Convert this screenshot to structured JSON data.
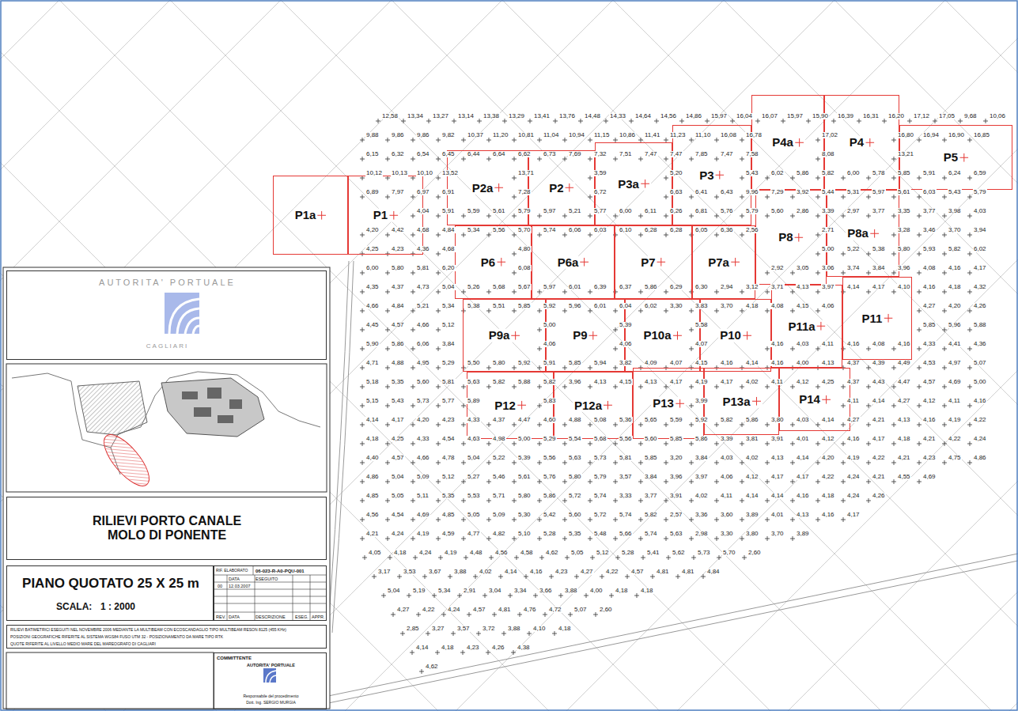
{
  "diagram": {
    "nodes": [
      {
        "text": [
          "P1a"
        ]
      },
      {
        "text": [
          "P1"
        ]
      },
      {
        "text": [
          "P2a"
        ]
      },
      {
        "text": [
          "P2"
        ]
      },
      {
        "text": [
          "P3a"
        ]
      },
      {
        "text": [
          "P3"
        ]
      },
      {
        "text": [
          "P4a"
        ]
      },
      {
        "text": [
          "P4"
        ]
      },
      {
        "text": [
          "P5"
        ]
      },
      {
        "text": [
          "P6"
        ]
      },
      {
        "text": [
          "P6a"
        ]
      },
      {
        "text": [
          "P7"
        ]
      },
      {
        "text": [
          "P7a"
        ]
      },
      {
        "text": [
          "P8"
        ]
      },
      {
        "text": [
          "P8a"
        ]
      },
      {
        "text": [
          "P9a"
        ]
      },
      {
        "text": [
          "P9"
        ]
      },
      {
        "text": [
          "P10a"
        ]
      },
      {
        "text": [
          "P10"
        ]
      },
      {
        "text": [
          "P11a"
        ]
      },
      {
        "text": [
          "P11"
        ]
      },
      {
        "text": [
          "P12"
        ]
      },
      {
        "text": [
          "P12a"
        ]
      },
      {
        "text": [
          "P13"
        ]
      },
      {
        "text": [
          "P13a"
        ]
      },
      {
        "text": [
          "P14"
        ]
      },
      {
        "text": [
          "AUTORITA' PORTUALE",
          "CAGLIARI"
        ]
      },
      {
        "text": [
          "RILIEVI PORTO CANALE MOLO DI PONENTE"
        ]
      },
      {
        "text": [
          "PIANO QUOTATO 25 X 25 m",
          "SCALA:",
          "1 : 2000"
        ]
      },
      {
        "text": [
          "RIF. ELABORATO",
          "06-023-R-A0-PQU-001",
          "DATA",
          "ESEGUITO",
          "00",
          "12.03.2007",
          "REV.",
          "DATA",
          "DESCRIZIONE",
          "ESEG.",
          "APPR."
        ]
      },
      {
        "text": [
          "RILIEVI BATIMETRICI ESEGUITI NEL NOVEMBRE 2006 MEDIANTE LA MULTIBEAM CON ECOSCANDAGLIO TIPO MULTIBEAM RESON 8125 (455 KHz)",
          "POSIZIONI GEOGRAFICHE RIFERITE AL SISTEMA WGS84 FUSO UTM 32 - POSIZIONAMENTO DA MARE TIPO RTK",
          "QUOTE RIFERITE AL LIVELLO MEDIO MARE DEL MAREOGRAFO DI CAGLIARI"
        ]
      },
      {
        "text": [
          "COMMITTENTE",
          "AUTORITA' PORTUALE",
          "Responsabile del procedimento",
          "Dott. Ing. SERGIO MURGIA"
        ]
      }
    ],
    "labels": [
      "12,58",
      "13,34",
      "13,27",
      "13,14",
      "13,38",
      "13,29",
      "13,41",
      "13,76",
      "14,48",
      "14,33",
      "14,64",
      "14,56",
      "14,86",
      "15,97",
      "16,04",
      "16,07",
      "15,97",
      "15,90",
      "16,39",
      "16,31",
      "16,20",
      "17,12",
      "17,05",
      "9,68",
      "10,06",
      "9,88",
      "9,86",
      "9,86",
      "9,82",
      "10,37",
      "11,20",
      "10,81",
      "11,04",
      "10,94",
      "11,15",
      "10,86",
      "11,41",
      "11,23",
      "11,10",
      "16,08",
      "16,78",
      "17,02",
      "16,80",
      "16,94",
      "16,90",
      "16,85",
      "6,15",
      "6,32",
      "6,54",
      "6,45",
      "6,44",
      "6,64",
      "6,62",
      "6,73",
      "7,69",
      "7,32",
      "7,51",
      "7,47",
      "7,47",
      "7,85",
      "7,47",
      "7,58",
      "8,08",
      "13,21",
      "10,12",
      "10,13",
      "10,10",
      "13,52",
      "13,71",
      "3,59",
      "5,20",
      "5,43",
      "6,02",
      "5,86",
      "5,82",
      "6,00",
      "5,78",
      "5,85",
      "5,91",
      "6,24",
      "6,59",
      "6,89",
      "7,97",
      "6,97",
      "6,91",
      "7,28",
      "6,72",
      "6,63",
      "6,41",
      "6,43",
      "9,96",
      "7,29",
      "3,92",
      "5,44",
      "5,31",
      "5,97",
      "5,61",
      "6,03",
      "5,43",
      "5,79",
      "4,04",
      "5,91",
      "5,59",
      "5,61",
      "5,79",
      "5,97",
      "5,21",
      "5,77",
      "6,00",
      "6,11",
      "6,26",
      "6,81",
      "5,76",
      "5,79",
      "5,60",
      "2,86",
      "3,39",
      "2,97",
      "3,77",
      "3,35",
      "3,77",
      "3,98",
      "4,03",
      "4,20",
      "4,42",
      "4,68",
      "4,84",
      "5,34",
      "5,56",
      "5,70",
      "5,74",
      "6,06",
      "6,03",
      "6,10",
      "6,28",
      "6,28",
      "6,05",
      "6,36",
      "2,56",
      "2,71",
      "3,28",
      "3,46",
      "3,70",
      "3,94",
      "4,25",
      "4,23",
      "4,36",
      "4,68",
      "4,80",
      "5,00",
      "5,22",
      "5,38",
      "5,80",
      "5,93",
      "5,82",
      "6,02",
      "6,00",
      "5,80",
      "5,81",
      "6,20",
      "6,08",
      "2,92",
      "3,05",
      "3,06",
      "3,74",
      "3,84",
      "3,96",
      "4,08",
      "4,16",
      "4,17",
      "4,35",
      "4,37",
      "4,73",
      "5,04",
      "5,26",
      "5,68",
      "5,67",
      "5,97",
      "6,01",
      "6,39",
      "6,37",
      "5,86",
      "6,29",
      "6,30",
      "2,94",
      "3,12",
      "3,71",
      "4,13",
      "3,97",
      "4,14",
      "4,17",
      "4,10",
      "4,16",
      "4,18",
      "4,32",
      "4,66",
      "4,84",
      "5,21",
      "5,34",
      "5,38",
      "5,51",
      "5,85",
      "5,92",
      "5,96",
      "6,01",
      "6,04",
      "6,02",
      "3,30",
      "3,83",
      "3,70",
      "4,18",
      "4,08",
      "4,15",
      "4,06",
      "4,27",
      "4,20",
      "4,26",
      "4,45",
      "4,57",
      "4,66",
      "5,12",
      "5,00",
      "5,39",
      "5,58",
      "5,85",
      "5,96",
      "5,88",
      "5,90",
      "5,86",
      "6,06",
      "3,84",
      "4,06",
      "4,06",
      "4,07",
      "4,16",
      "4,03",
      "4,11",
      "4,16",
      "4,08",
      "4,16",
      "4,33",
      "4,41",
      "4,36",
      "4,71",
      "4,88",
      "4,95",
      "5,29",
      "5,50",
      "5,80",
      "5,92",
      "5,91",
      "5,85",
      "5,94",
      "3,82",
      "4,09",
      "4,07",
      "4,15",
      "4,16",
      "4,14",
      "4,16",
      "4,00",
      "4,13",
      "4,37",
      "4,39",
      "4,49",
      "4,53",
      "4,97",
      "5,07",
      "5,18",
      "5,35",
      "5,60",
      "5,81",
      "5,63",
      "5,82",
      "5,88",
      "5,82",
      "3,96",
      "4,13",
      "4,15",
      "4,13",
      "4,17",
      "4,19",
      "4,17",
      "4,02",
      "4,11",
      "4,12",
      "4,25",
      "4,37",
      "4,43",
      "4,47",
      "4,57",
      "4,69",
      "5,00",
      "5,15",
      "5,43",
      "5,73",
      "5,77",
      "5,89",
      "5,83",
      "3,99",
      "4,11",
      "4,14",
      "4,27",
      "4,12",
      "4,11",
      "4,16",
      "4,14",
      "4,17",
      "4,20",
      "4,23",
      "4,33",
      "4,37",
      "4,47",
      "4,60",
      "4,88",
      "5,08",
      "5,36",
      "5,65",
      "5,59",
      "5,92",
      "5,82",
      "5,86",
      "3,80",
      "4,03",
      "4,14",
      "4,27",
      "4,21",
      "4,13",
      "4,16",
      "4,19",
      "4,22",
      "4,18",
      "4,25",
      "4,33",
      "4,54",
      "4,63",
      "4,98",
      "5,00",
      "5,29",
      "5,54",
      "5,68",
      "5,56",
      "5,60",
      "5,85",
      "5,86",
      "3,39",
      "3,81",
      "3,91",
      "4,01",
      "4,12",
      "4,16",
      "4,17",
      "4,18",
      "4,21",
      "4,22",
      "4,24",
      "4,40",
      "4,57",
      "4,66",
      "4,78",
      "5,04",
      "5,22",
      "5,39",
      "5,56",
      "5,63",
      "5,73",
      "5,81",
      "5,85",
      "3,20",
      "3,84",
      "4,03",
      "4,02",
      "4,13",
      "4,14",
      "4,20",
      "4,19",
      "4,22",
      "4,21",
      "4,23",
      "4,75",
      "4,86",
      "4,86",
      "5,04",
      "5,09",
      "5,12",
      "5,27",
      "5,46",
      "5,61",
      "5,76",
      "5,80",
      "5,79",
      "3,57",
      "3,84",
      "3,96",
      "3,97",
      "4,06",
      "4,12",
      "4,17",
      "4,17",
      "4,22",
      "4,24",
      "4,21",
      "4,55",
      "4,69",
      "4,85",
      "5,05",
      "5,11",
      "5,35",
      "5,53",
      "5,71",
      "5,80",
      "5,86",
      "5,72",
      "5,74",
      "3,33",
      "3,77",
      "3,91",
      "4,02",
      "4,11",
      "4,14",
      "4,14",
      "4,16",
      "4,18",
      "4,24",
      "4,26",
      "4,56",
      "4,54",
      "4,69",
      "4,85",
      "5,05",
      "5,09",
      "5,30",
      "5,42",
      "5,60",
      "5,72",
      "5,74",
      "5,82",
      "2,57",
      "3,36",
      "3,60",
      "3,89",
      "4,01",
      "4,13",
      "4,16",
      "4,17",
      "4,21",
      "4,24",
      "4,19",
      "4,59",
      "4,77",
      "4,82",
      "5,10",
      "5,28",
      "5,35",
      "5,48",
      "5,66",
      "5,74",
      "5,63",
      "2,98",
      "3,30",
      "3,80",
      "3,70",
      "3,89",
      "4,05",
      "4,18",
      "4,24",
      "4,19",
      "4,48",
      "4,56",
      "4,58",
      "4,62",
      "5,05",
      "5,12",
      "5,28",
      "5,41",
      "5,62",
      "5,73",
      "5,70",
      "2,60",
      "3,17",
      "3,53",
      "3,67",
      "3,88",
      "4,02",
      "4,14",
      "4,16",
      "4,23",
      "4,27",
      "4,22",
      "4,57",
      "4,81",
      "4,81",
      "4,84",
      "5,04",
      "5,19",
      "5,34",
      "2,91",
      "3,04",
      "3,34",
      "3,66",
      "3,88",
      "4,00",
      "4,18",
      "4,18",
      "4,27",
      "4,22",
      "4,24",
      "4,57",
      "4,81",
      "4,76",
      "4,72",
      "5,07",
      "2,60",
      "2,85",
      "3,27",
      "3,57",
      "3,72",
      "3,88",
      "4,10",
      "4,18",
      "4,14",
      "4,18",
      "4,23",
      "4,26",
      "4,38",
      "4,62"
    ]
  }
}
